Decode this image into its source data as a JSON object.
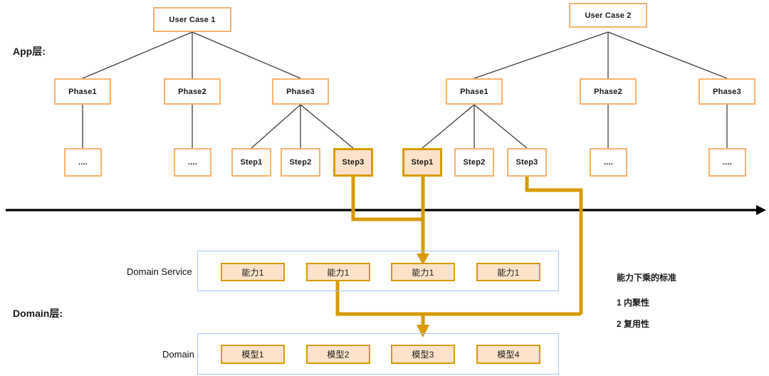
{
  "layers": {
    "app_label": "App层:",
    "domain_label": "Domain层:"
  },
  "rows": {
    "domain_service_label": "Domain Service",
    "domain_label": "Domain"
  },
  "trees": [
    {
      "root": "User Case 1",
      "phases": [
        "Phase1",
        "Phase2",
        "Phase3"
      ],
      "steps": [
        "....",
        "....",
        "Step1",
        "Step2",
        "Step3"
      ]
    },
    {
      "root": "User Case 2",
      "phases": [
        "Phase1",
        "Phase2",
        "Phase3"
      ],
      "steps": [
        "Step1",
        "Step2",
        "Step3",
        "....",
        "...."
      ]
    }
  ],
  "nodes": {
    "user_case_1": "User Case 1",
    "user_case_2": "User Case 2",
    "l_phase1": "Phase1",
    "l_phase2": "Phase2",
    "l_phase3": "Phase3",
    "r_phase1": "Phase1",
    "r_phase2": "Phase2",
    "r_phase3": "Phase3",
    "l_dots1": "....",
    "l_dots2": "....",
    "l_step1": "Step1",
    "l_step2": "Step2",
    "l_step3": "Step3",
    "r_step1": "Step1",
    "r_step2": "Step2",
    "r_step3": "Step3",
    "r_dots1": "....",
    "r_dots2": "...."
  },
  "domain_service": {
    "label": "Domain Service",
    "items": [
      "能力1",
      "能力1",
      "能力1",
      "能力1"
    ]
  },
  "domain": {
    "label": "Domain",
    "items": [
      "模型1",
      "模型2",
      "模型3",
      "模型4"
    ]
  },
  "notes": {
    "title": "能力下乘的标准",
    "line1": "1 内聚性",
    "line2": "2 复用性"
  },
  "colors": {
    "box_border": "#f9b270",
    "highlight_border": "#d79b00",
    "highlight_fill": "#fce2c8",
    "group_border": "#a7c7f0",
    "connector": "#d79b00",
    "axis": "#000000",
    "tree_line": "#3f3f3f"
  }
}
